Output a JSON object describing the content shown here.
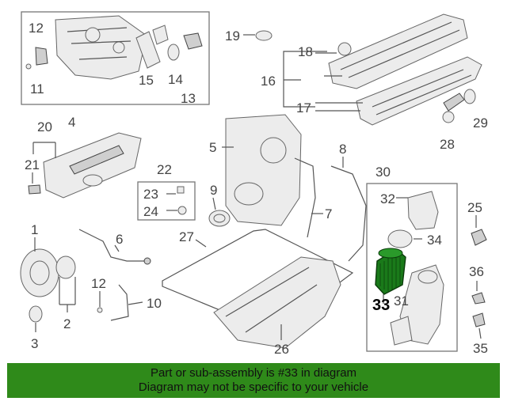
{
  "diagram": {
    "callouts": [
      "12",
      "11",
      "15",
      "14",
      "13",
      "4",
      "19",
      "18",
      "16",
      "17",
      "29",
      "28",
      "20",
      "21",
      "5",
      "8",
      "30",
      "22",
      "23",
      "24",
      "9",
      "32",
      "25",
      "1",
      "6",
      "27",
      "7",
      "34",
      "36",
      "12",
      "10",
      "2",
      "3",
      "26",
      "33",
      "31",
      "35"
    ],
    "highlighted_part": "33",
    "highlight_color": "#1a7a1a"
  },
  "banner": {
    "line1": "Part or sub-assembly is #33 in diagram",
    "line2": "Diagram may not be specific to your vehicle",
    "background": "#2f8a1a"
  }
}
